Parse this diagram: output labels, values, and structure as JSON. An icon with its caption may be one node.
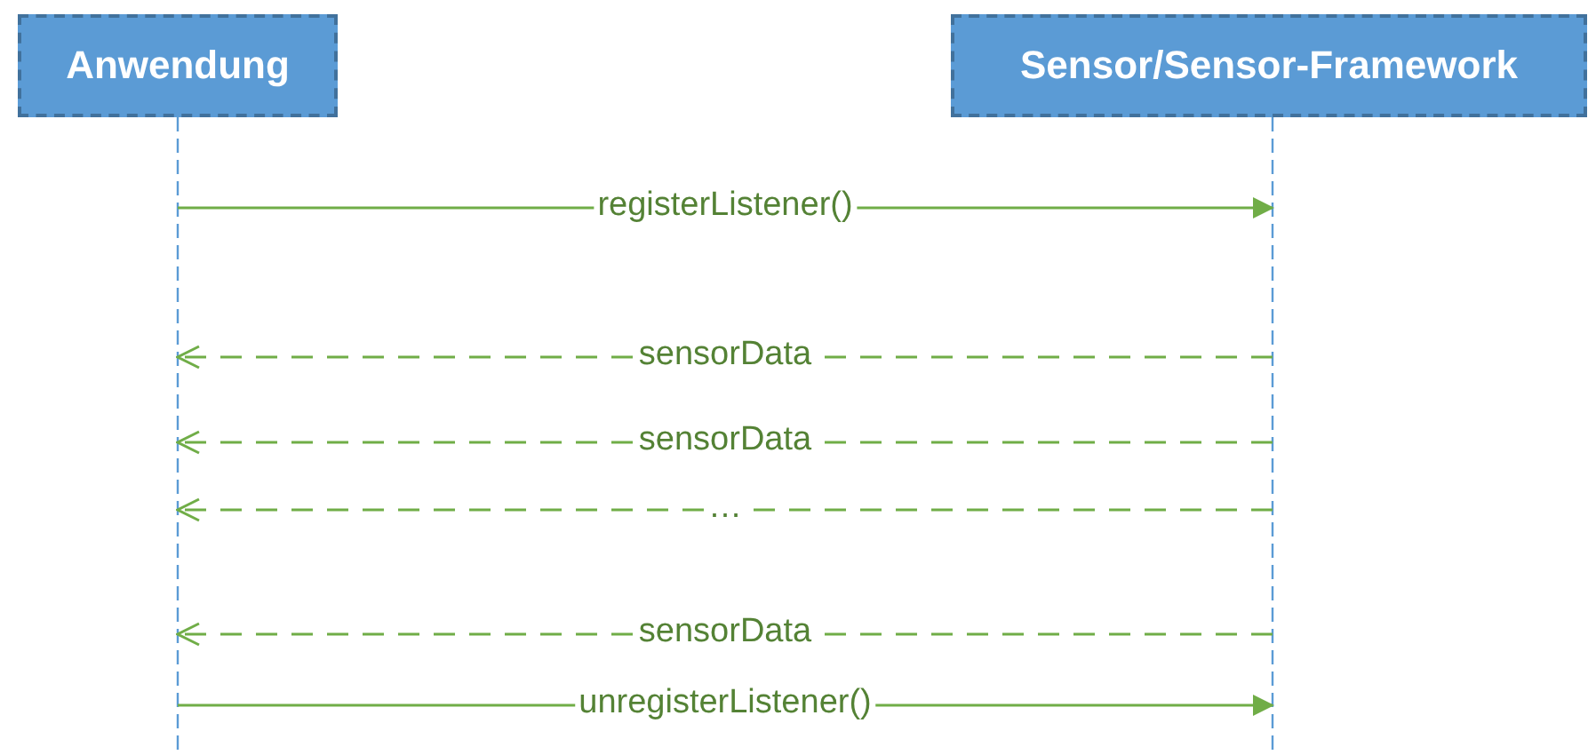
{
  "diagram": {
    "nodes": [
      {
        "text": [
          "Anwendung"
        ]
      },
      {
        "text": [
          "Sensor/Sensor-Framework"
        ]
      }
    ],
    "edges": [
      {
        "from": 0,
        "to": 1,
        "arrow": "to",
        "label": "registerListener()"
      },
      {
        "from": 1,
        "to": 0,
        "arrow": "to",
        "label": "sensorData",
        "style": "dashed"
      },
      {
        "from": 1,
        "to": 0,
        "arrow": "to",
        "label": "sensorData",
        "style": "dashed"
      },
      {
        "from": 1,
        "to": 0,
        "arrow": "to",
        "label": "…",
        "style": "dashed"
      },
      {
        "from": 1,
        "to": 0,
        "arrow": "to",
        "label": "sensorData",
        "style": "dashed"
      },
      {
        "from": 0,
        "to": 1,
        "arrow": "to",
        "label": "unregisterListener()"
      }
    ]
  }
}
